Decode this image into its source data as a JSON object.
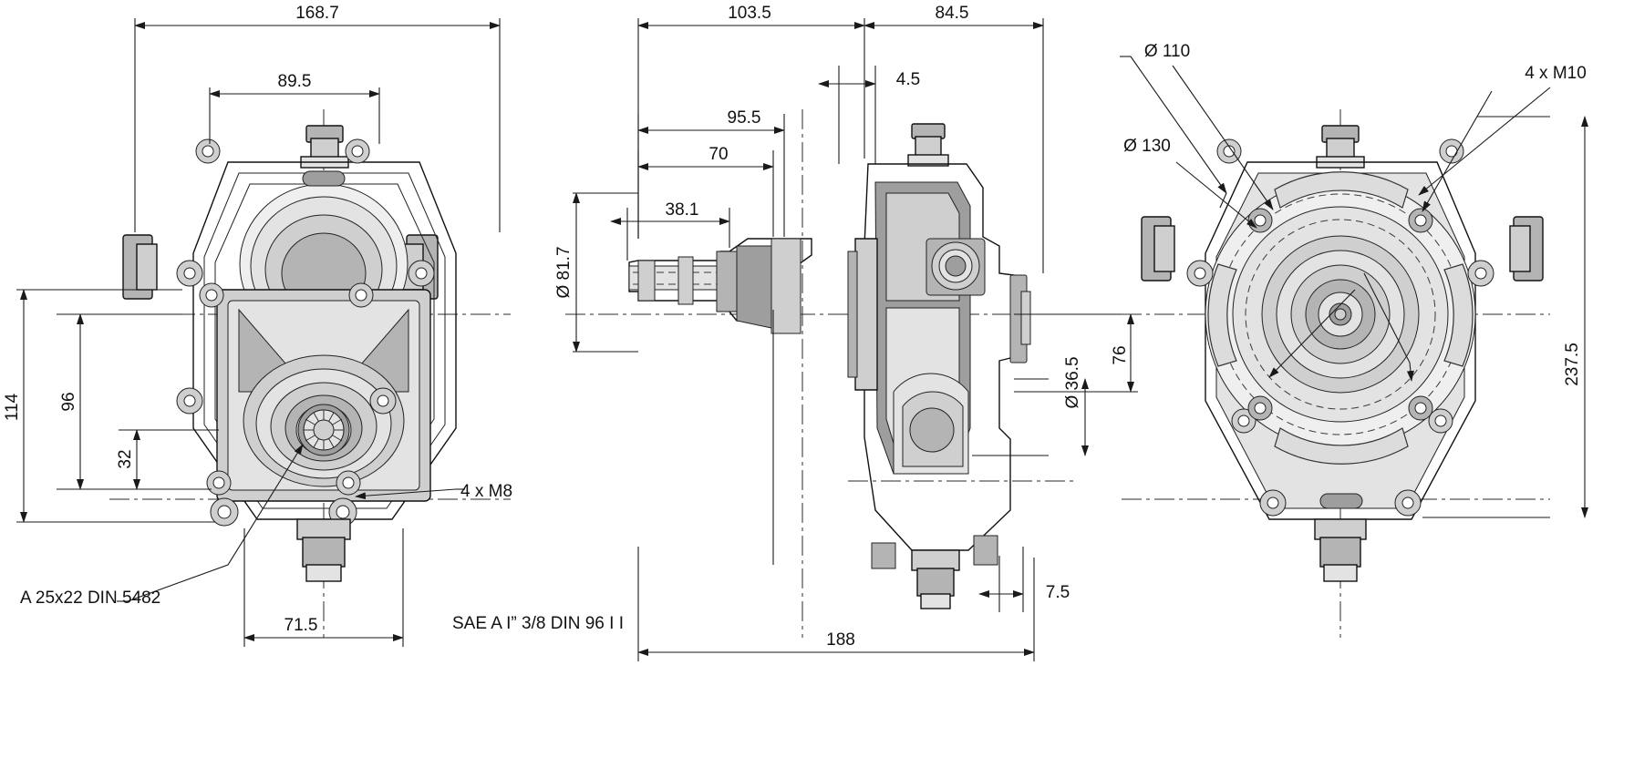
{
  "drawing": {
    "title": "Gearbox technical drawing - three orthographic views",
    "views": [
      {
        "name": "front-view",
        "label": ""
      },
      {
        "name": "side-view",
        "label": ""
      },
      {
        "name": "rear-view",
        "label": ""
      }
    ],
    "dimensions": {
      "front": {
        "overall_width": "168.7",
        "bolt_span_top": "89.5",
        "height_total": "114",
        "height_mid": "96",
        "height_low": "32",
        "base_width": "71.5",
        "bolt_callout": "4 x M8",
        "spline_note": "A 25x22 DIN 5482"
      },
      "side": {
        "length_left": "103.5",
        "length_right": "84.5",
        "step_45": "4.5",
        "dim_95_5": "95.5",
        "dim_70": "70",
        "dim_38_1": "38.1",
        "dia_81_7": "Ø 81.7",
        "dia_36_5": "Ø 36.5",
        "dim_76": "76",
        "dim_7_5": "7.5",
        "overall_length": "188",
        "port_note": "SAE A I” 3/8 DIN 96 I I"
      },
      "rear": {
        "dia_110": "Ø 110",
        "dia_130": "Ø 130",
        "bolt_callout": "4 x M10",
        "overall_height": "237.5"
      }
    }
  },
  "colors": {
    "line": "#111111",
    "fill_light": "#e3e3e3",
    "fill_medium": "#cfcfcf",
    "fill_dark": "#b4b4b4",
    "background": "#ffffff"
  }
}
